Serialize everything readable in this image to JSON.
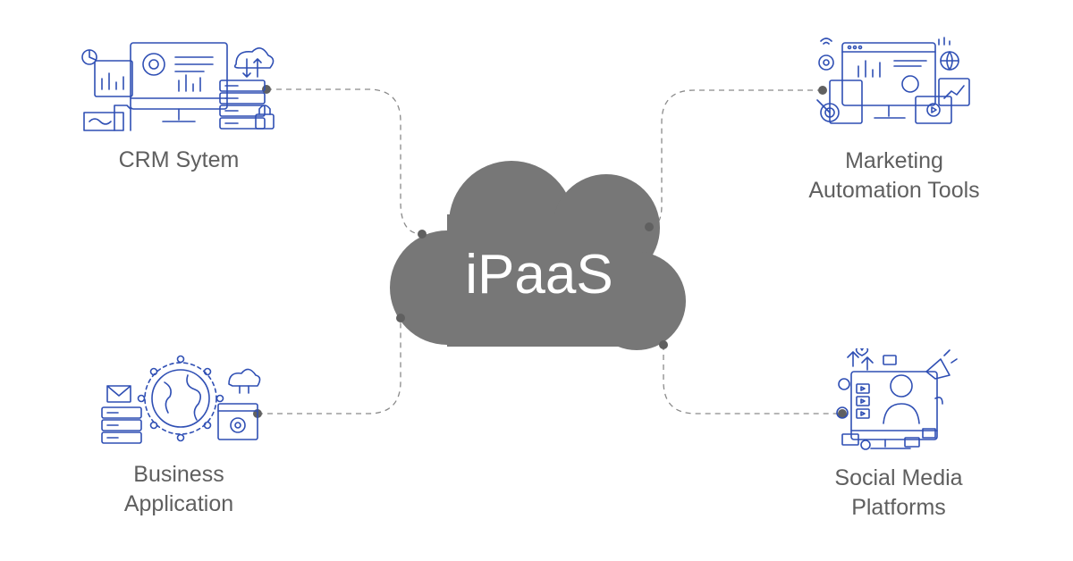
{
  "hub": {
    "label": "iPaaS",
    "color": "#777777",
    "text_color": "#ffffff"
  },
  "connector_color": "#8a8a8a",
  "dot_color": "#606060",
  "icon_color": "#2f4fb4",
  "label_color": "#5f5f5f",
  "nodes": {
    "crm": {
      "lines": [
        "CRM Sytem"
      ],
      "icon": "crm-dashboard-icon"
    },
    "marketing": {
      "lines": [
        "Marketing",
        "Automation Tools"
      ],
      "icon": "marketing-analytics-icon"
    },
    "business": {
      "lines": [
        "Business",
        "Application"
      ],
      "icon": "business-network-icon"
    },
    "social": {
      "lines": [
        "Social Media",
        "Platforms"
      ],
      "icon": "social-media-icon"
    }
  }
}
